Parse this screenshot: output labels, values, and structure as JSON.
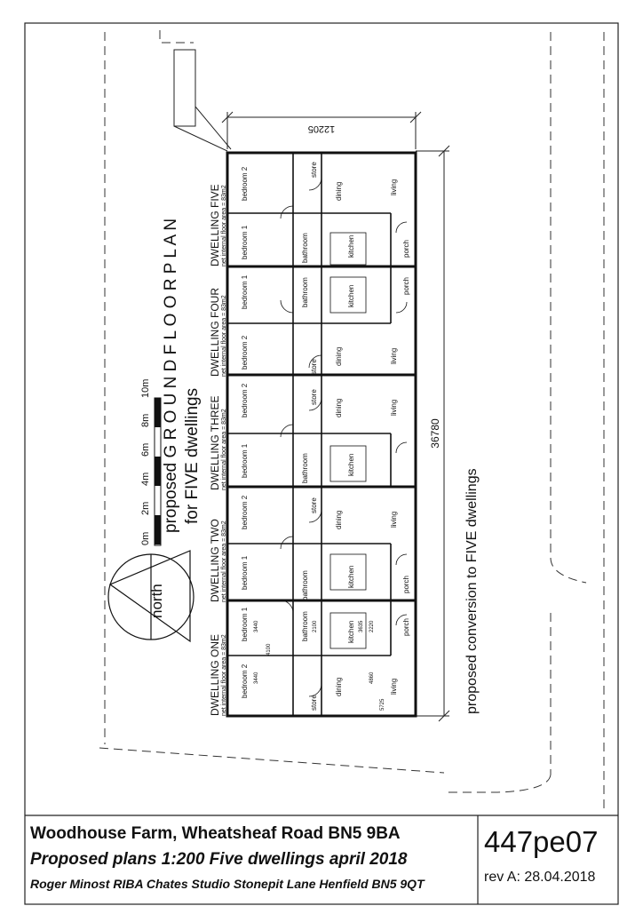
{
  "plan": {
    "title_ground": "proposed G R O U N D F L O O R P L A N",
    "title_for": "for FIVE dwellings",
    "title_conversion": "proposed conversion to FIVE dwellings",
    "north_label": "north",
    "scale_labels": [
      "0m",
      "2m",
      "4m",
      "6m",
      "8m",
      "10m"
    ],
    "dim_width": "12205",
    "dim_length": "36780",
    "area_note": "net internal floor area = 83m2",
    "dwellings": [
      {
        "name": "DWELLING ONE"
      },
      {
        "name": "DWELLING TWO"
      },
      {
        "name": "DWELLING THREE"
      },
      {
        "name": "DWELLING FOUR"
      },
      {
        "name": "DWELLING FIVE"
      }
    ],
    "rooms": {
      "bedroom1": "bedroom 1",
      "bedroom2": "bedroom 2",
      "bathroom": "bathroom",
      "store": "store",
      "kitchen": "kitchen",
      "dining": "dining",
      "living": "living",
      "porch": "porch"
    },
    "dims_one": [
      "3440",
      "3440",
      "4100",
      "2100",
      "3635",
      "2220",
      "4860",
      "5725"
    ]
  },
  "title_block": {
    "line1": "Woodhouse Farm, Wheatsheaf Road BN5 9BA",
    "line2": "Proposed plans 1:200 Five dwellings april 2018",
    "line3": "Roger Minost RIBA Chates Studio Stonepit Lane Henfield BN5 9QT",
    "drawing_no": "447pe07",
    "revision": "rev A: 28.04.2018"
  }
}
